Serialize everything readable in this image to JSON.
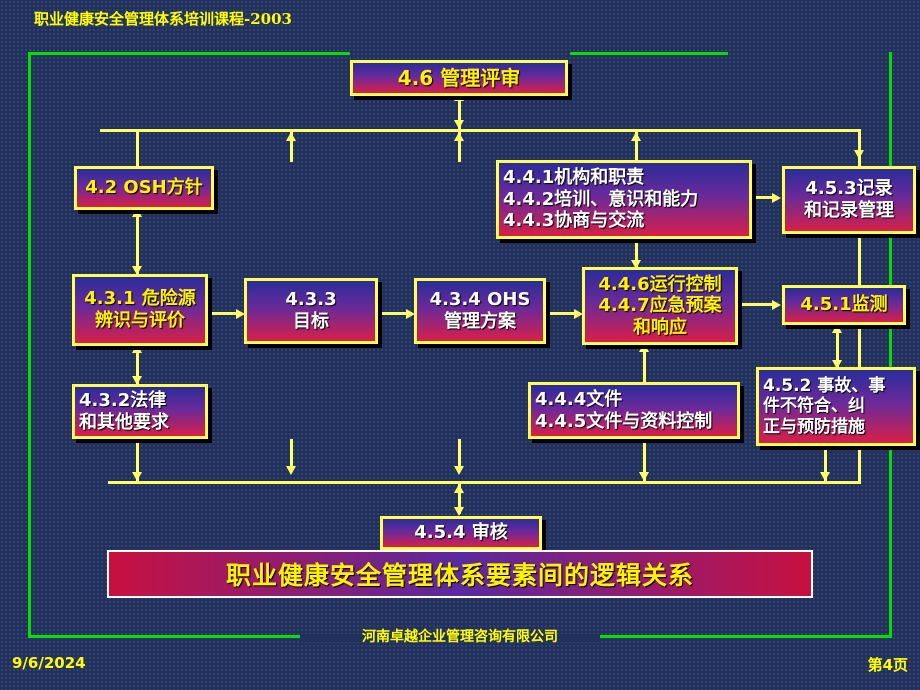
{
  "header": {
    "title": "职业健康安全管理体系培训课程-2003"
  },
  "boxes": {
    "review": "4.6  管理评审",
    "policy": "4.2 OSH方针",
    "hazard": [
      "4.3.1 危险源",
      "辨识与评价"
    ],
    "objectives": [
      "4.3.3",
      "目标"
    ],
    "program": [
      "4.3.4 OHS",
      "管理方案"
    ],
    "structure": [
      "4.4.1机构和职责",
      "4.4.2培训、意识和能力",
      "4.4.3协商与交流"
    ],
    "operation": [
      "4.4.6运行控制",
      "4.4.7应急预案",
      "和响应"
    ],
    "records": [
      "4.5.3记录",
      "和记录管理"
    ],
    "monitoring": "4.5.1监测",
    "legal": [
      "4.3.2法律",
      "和其他要求"
    ],
    "documents": [
      "4.4.4文件",
      "4.4.5文件与资料控制"
    ],
    "corrective": [
      "4.5.2 事故、事",
      "件不符合、纠",
      "正与预防措施"
    ],
    "audit": "4.5.4  审核"
  },
  "caption": "职业健康安全管理体系要素间的逻辑关系",
  "footer": {
    "company": "河南卓越企业管理咨询有限公司",
    "date": "9/6/2024",
    "page": "第4页"
  }
}
